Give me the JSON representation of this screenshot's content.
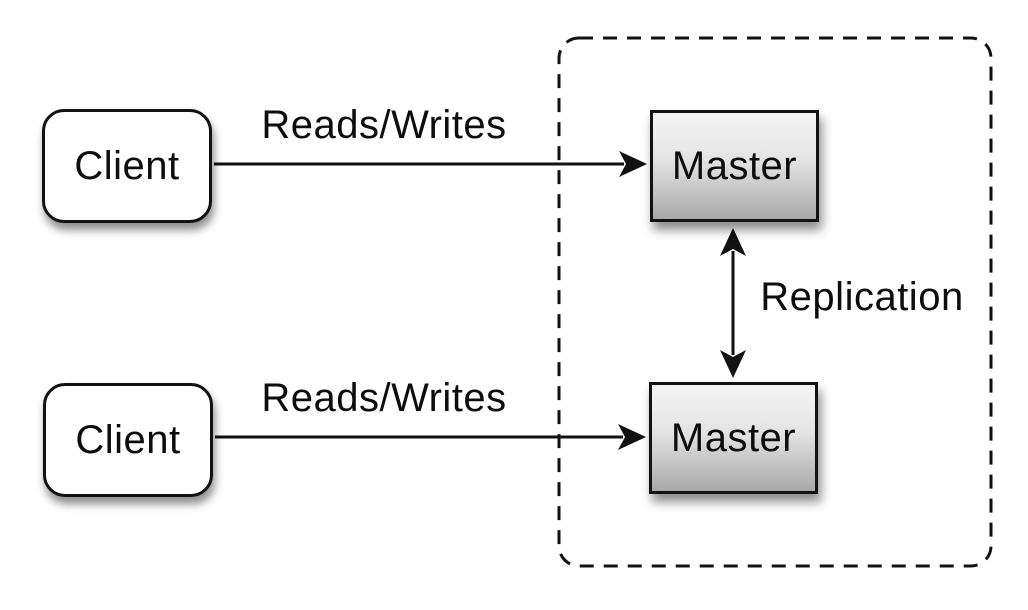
{
  "diagram": {
    "type": "architecture-diagram",
    "background": "#ffffff",
    "nodes": [
      {
        "id": "client-top",
        "label": "Client",
        "shape": "rounded-rect"
      },
      {
        "id": "master-top",
        "label": "Master",
        "shape": "rect"
      },
      {
        "id": "client-bottom",
        "label": "Client",
        "shape": "rounded-rect"
      },
      {
        "id": "master-bottom",
        "label": "Master",
        "shape": "rect"
      }
    ],
    "edges": [
      {
        "id": "edge-rw-top",
        "label": "Reads/Writes",
        "from": "client-top",
        "to": "master-top",
        "direction": "one-way"
      },
      {
        "id": "edge-rw-bottom",
        "label": "Reads/Writes",
        "from": "client-bottom",
        "to": "master-bottom",
        "direction": "one-way"
      },
      {
        "id": "edge-replication",
        "label": "Replication",
        "from": "master-top",
        "to": "master-bottom",
        "direction": "two-way"
      }
    ],
    "boundary": {
      "id": "replication-group",
      "style": "dashed-rounded-rect",
      "contains": [
        "master-top",
        "master-bottom"
      ]
    },
    "colors": {
      "stroke": "#121212",
      "text": "#0d0d0d",
      "client_fill": "#ffffff",
      "master_gradient_top": "#f5f5f5",
      "master_gradient_bottom": "#a8a8a8"
    }
  }
}
